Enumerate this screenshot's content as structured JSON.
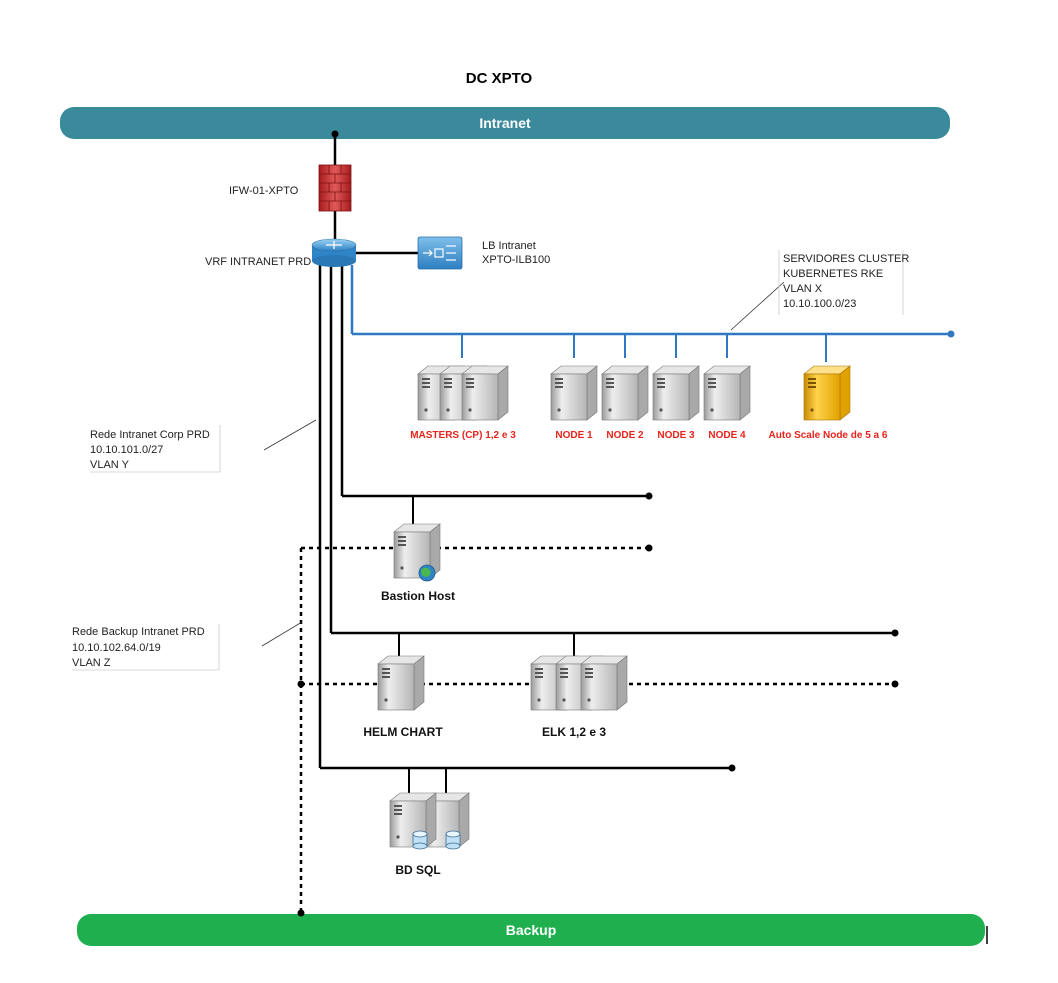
{
  "title": "DC XPTO",
  "intranet_bar": {
    "label": "Intranet",
    "color": "#3a8a9c"
  },
  "backup_bar": {
    "label": "Backup",
    "color": "#1faf4e"
  },
  "firewall": {
    "label": "IFW-01-XPTO",
    "icon": "firewall-icon"
  },
  "router": {
    "label": "VRF INTRANET PRD",
    "icon": "router-icon"
  },
  "load_balancer": {
    "line1": "LB Intranet",
    "line2": "XPTO-ILB100",
    "icon": "load-balancer-icon"
  },
  "cluster_note": {
    "lines": [
      "SERVIDORES CLUSTER",
      "KUBERNETES RKE",
      "VLAN X",
      "10.10.100.0/23"
    ]
  },
  "corp_network_note": {
    "lines": [
      "Rede Intranet Corp PRD",
      "10.10.101.0/27",
      "VLAN Y"
    ]
  },
  "backup_network_note": {
    "lines": [
      "Rede Backup Intranet PRD",
      "10.10.102.64.0/19",
      "VLAN Z"
    ]
  },
  "cluster_servers": {
    "masters": "MASTERS (CP) 1,2 e 3",
    "node1": "NODE 1",
    "node2": "NODE 2",
    "node3": "NODE 3",
    "node4": "NODE 4",
    "autoscale": "Auto Scale Node de 5 a 6"
  },
  "other_servers": {
    "bastion": "Bastion Host",
    "helm": "HELM CHART",
    "elk": "ELK 1,2 e 3",
    "bdsql": "BD SQL"
  },
  "colors": {
    "vlan_x_line": "#2f78c4",
    "server_label_red": "#e8231b",
    "autoscale_server": "#f5b300",
    "server_gray": "#d8d8d8"
  }
}
